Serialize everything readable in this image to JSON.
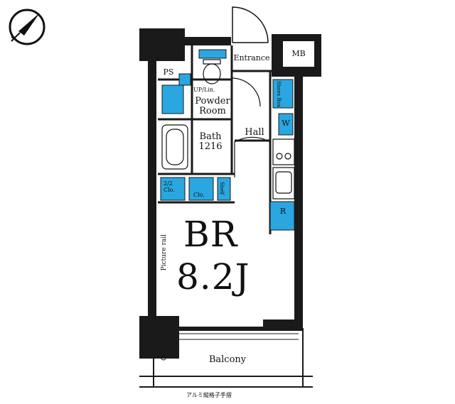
{
  "floorplan": {
    "rooms": {
      "entrance": "Entrance",
      "mb": "MB",
      "ps": "PS",
      "up_lin": "UP/Lin.",
      "powder_room": "Powder\nRoom",
      "bath": "Bath\n1216",
      "hall": "Hall",
      "shoes_box": "Shoes Box",
      "w": "W",
      "clo1": "2/2\nClo.",
      "clo2": "Clo.",
      "shelf": "Shelf",
      "r": "R",
      "br_name": "BR",
      "br_size": "8.2J",
      "picture_rail": "Picture rail",
      "balcony": "Balcony",
      "railing": "アルミ縦格子手摺"
    },
    "colors": {
      "wall": "#1a1a1a",
      "storage_blue": "#2aa7e0",
      "background": "#ffffff"
    },
    "icons": [
      "compass-icon"
    ]
  }
}
